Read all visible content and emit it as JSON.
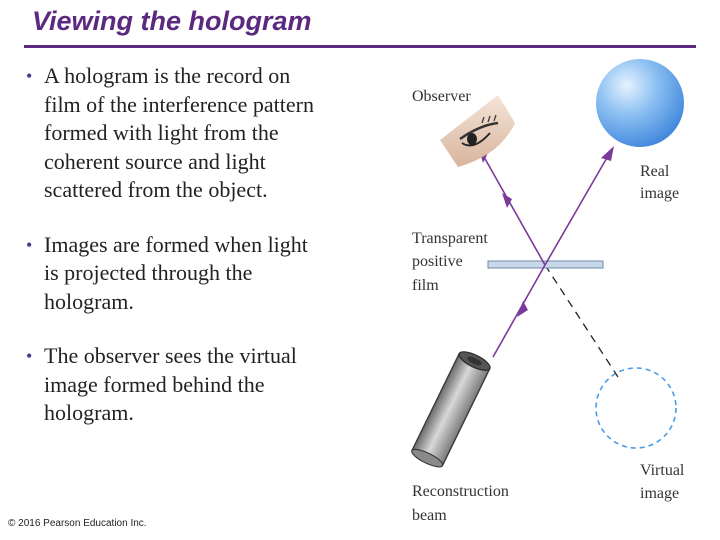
{
  "slide": {
    "title": "Viewing the hologram",
    "bullets": [
      {
        "lines": [
          "A hologram is the record on",
          "film of the interference pattern",
          "formed with light from the",
          "coherent source and light",
          "scattered from the object."
        ]
      },
      {
        "lines": [
          "Images are formed when light",
          "is projected through the",
          "hologram."
        ]
      },
      {
        "lines": [
          "The observer sees the virtual",
          "image formed behind the",
          "hologram."
        ]
      }
    ],
    "copyright": "© 2016 Pearson Education Inc."
  },
  "diagram": {
    "labels": {
      "observer": "Observer",
      "real_image": [
        "Real",
        "image"
      ],
      "film": [
        "Transparent",
        "positive",
        "film"
      ],
      "reconstruction": [
        "Reconstruction",
        "beam"
      ],
      "virtual_image": [
        "Virtual",
        "image"
      ]
    },
    "colors": {
      "accent": "#5b2a80",
      "ray": "#7a3a9a",
      "sphere": "#5a9ee8",
      "virtual_circle": "#4a9be8",
      "film": "#c8d8ea"
    }
  }
}
